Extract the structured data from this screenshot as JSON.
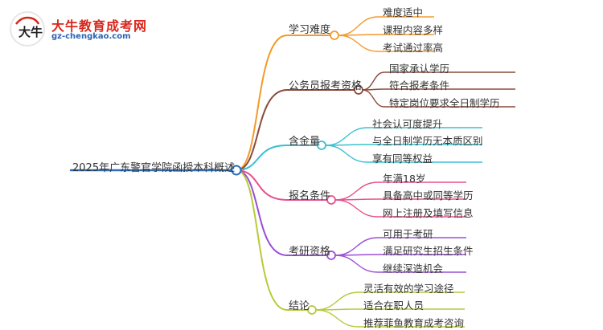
{
  "logo": {
    "site_name": "大牛教育成考网",
    "url": "gz-chengkao.com",
    "badge_glyph": "大牛"
  },
  "root": {
    "label": "2025年广东警官学院函授本科概述",
    "color": "#2f6fb7"
  },
  "branches": [
    {
      "label": "学习难度",
      "color": "#f39a2b",
      "leaves": [
        "难度适中",
        "课程内容多样",
        "考试通过率高"
      ]
    },
    {
      "label": "公务员报考资格",
      "color": "#8b4a3c",
      "leaves": [
        "国家承认学历",
        "符合报考条件",
        "特定岗位要求全日制学历"
      ]
    },
    {
      "label": "含金量",
      "color": "#39c0d0",
      "leaves": [
        "社会认可度提升",
        "与全日制学历无本质区别",
        "享有同等权益"
      ]
    },
    {
      "label": "报名条件",
      "color": "#e8508c",
      "leaves": [
        "年满18岁",
        "具备高中或同等学历",
        "网上注册及填写信息"
      ]
    },
    {
      "label": "考研资格",
      "color": "#9a4fd6",
      "leaves": [
        "可用于考研",
        "满足研究生招生条件",
        "继续深造机会"
      ]
    },
    {
      "label": "结论",
      "color": "#b9c93a",
      "leaves": [
        "灵活有效的学习途径",
        "适合在职人员",
        "推荐菲鱼教育成考咨询"
      ]
    }
  ]
}
